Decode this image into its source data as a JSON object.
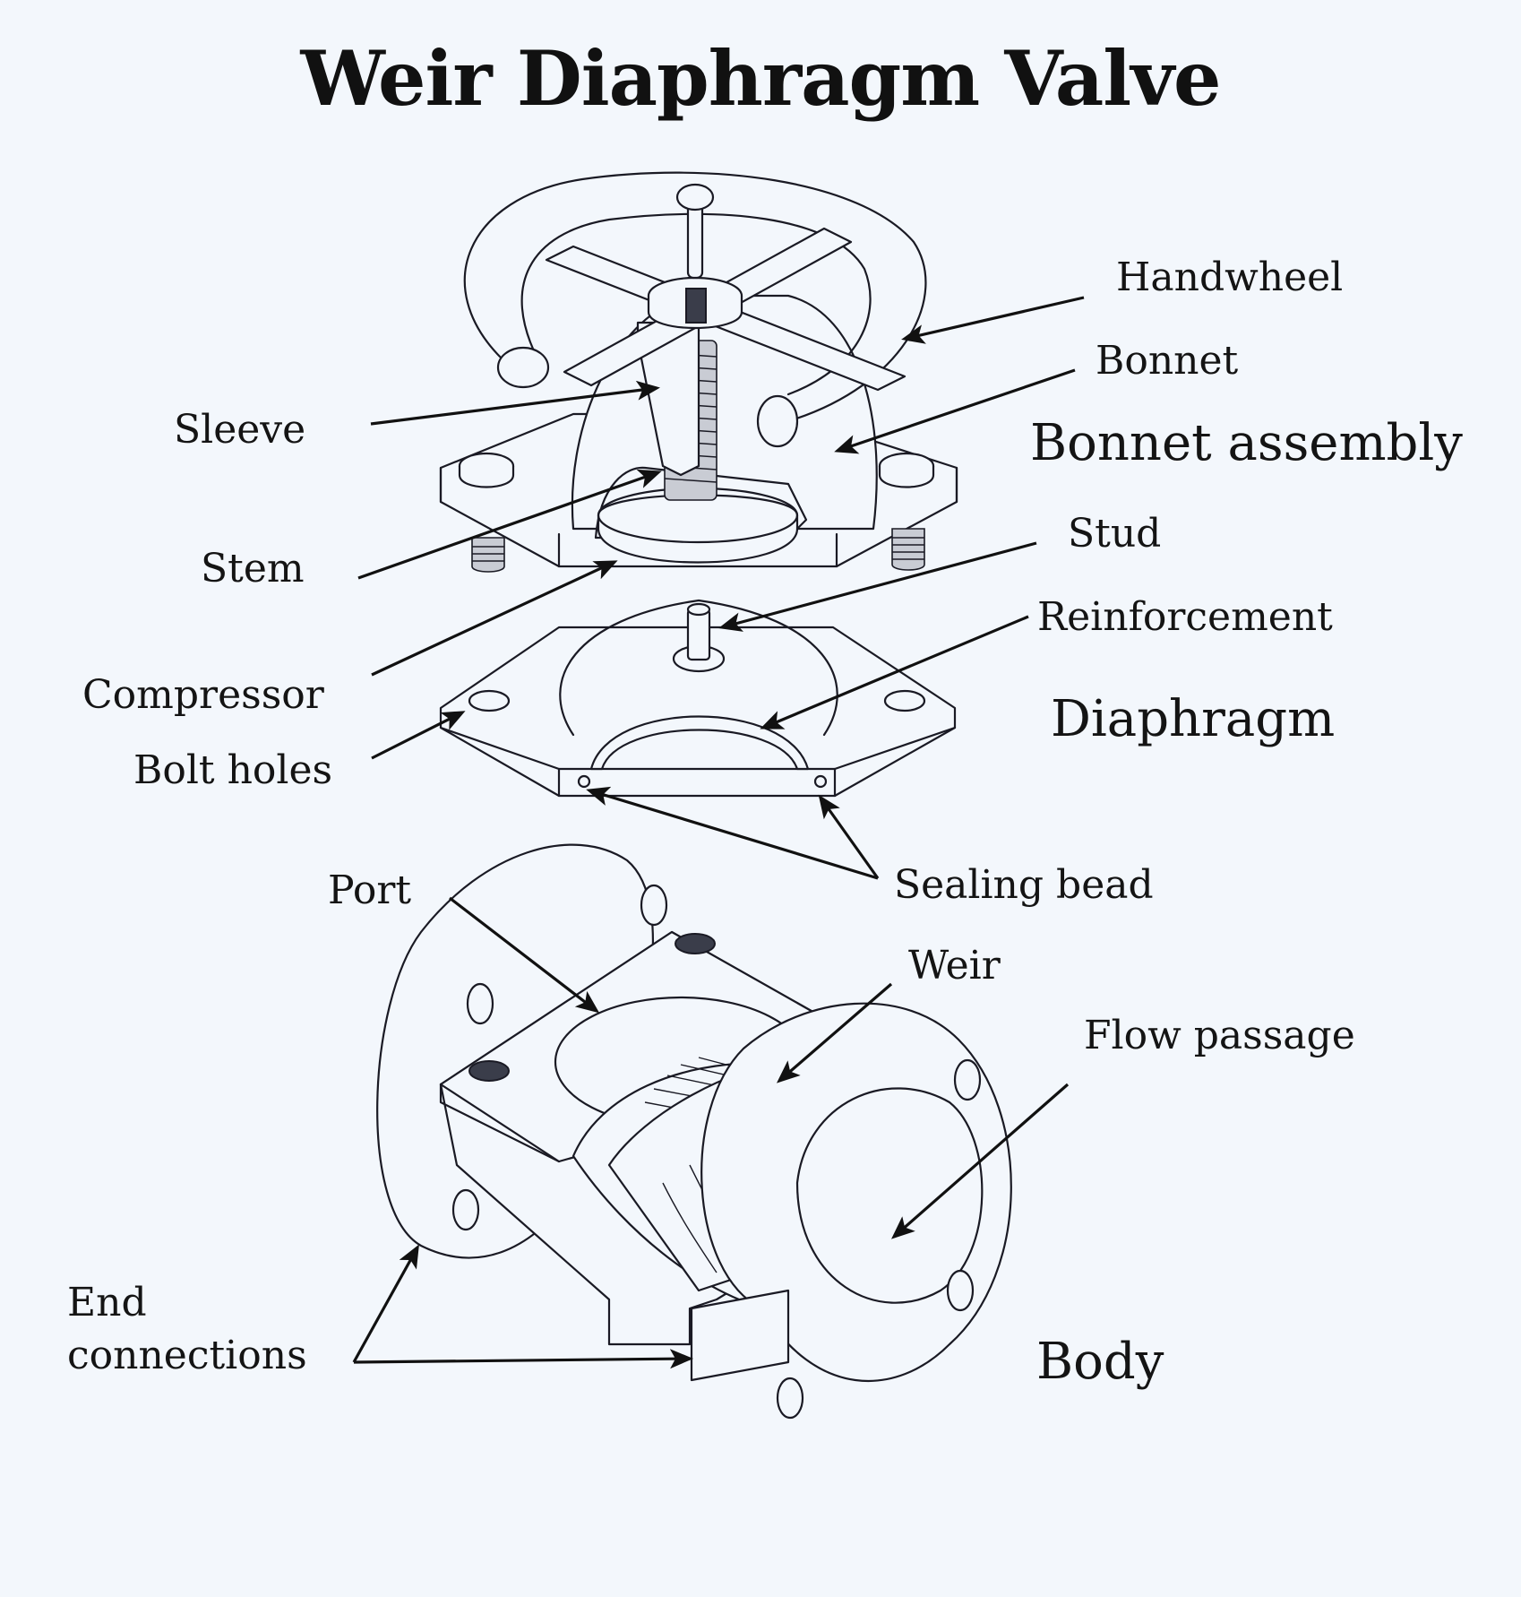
{
  "title": "Weir Diaphragm Valve",
  "labels": {
    "handwheel": "Handwheel",
    "bonnet": "Bonnet",
    "sleeve": "Sleeve",
    "stem": "Stem",
    "stud": "Stud",
    "reinforcement": "Reinforcement",
    "compressor": "Compressor",
    "bolt_holes": "Bolt holes",
    "sealing_bead": "Sealing bead",
    "port": "Port",
    "weir": "Weir",
    "flow_passage": "Flow passage",
    "end_connections_line1": "End",
    "end_connections_line2": "connections"
  },
  "groups": {
    "bonnet_assembly": "Bonnet assembly",
    "diaphragm": "Diaphragm",
    "body": "Body"
  },
  "colors": {
    "background": "#f3f7fc",
    "line": "#1a1a24",
    "text": "#141414"
  }
}
